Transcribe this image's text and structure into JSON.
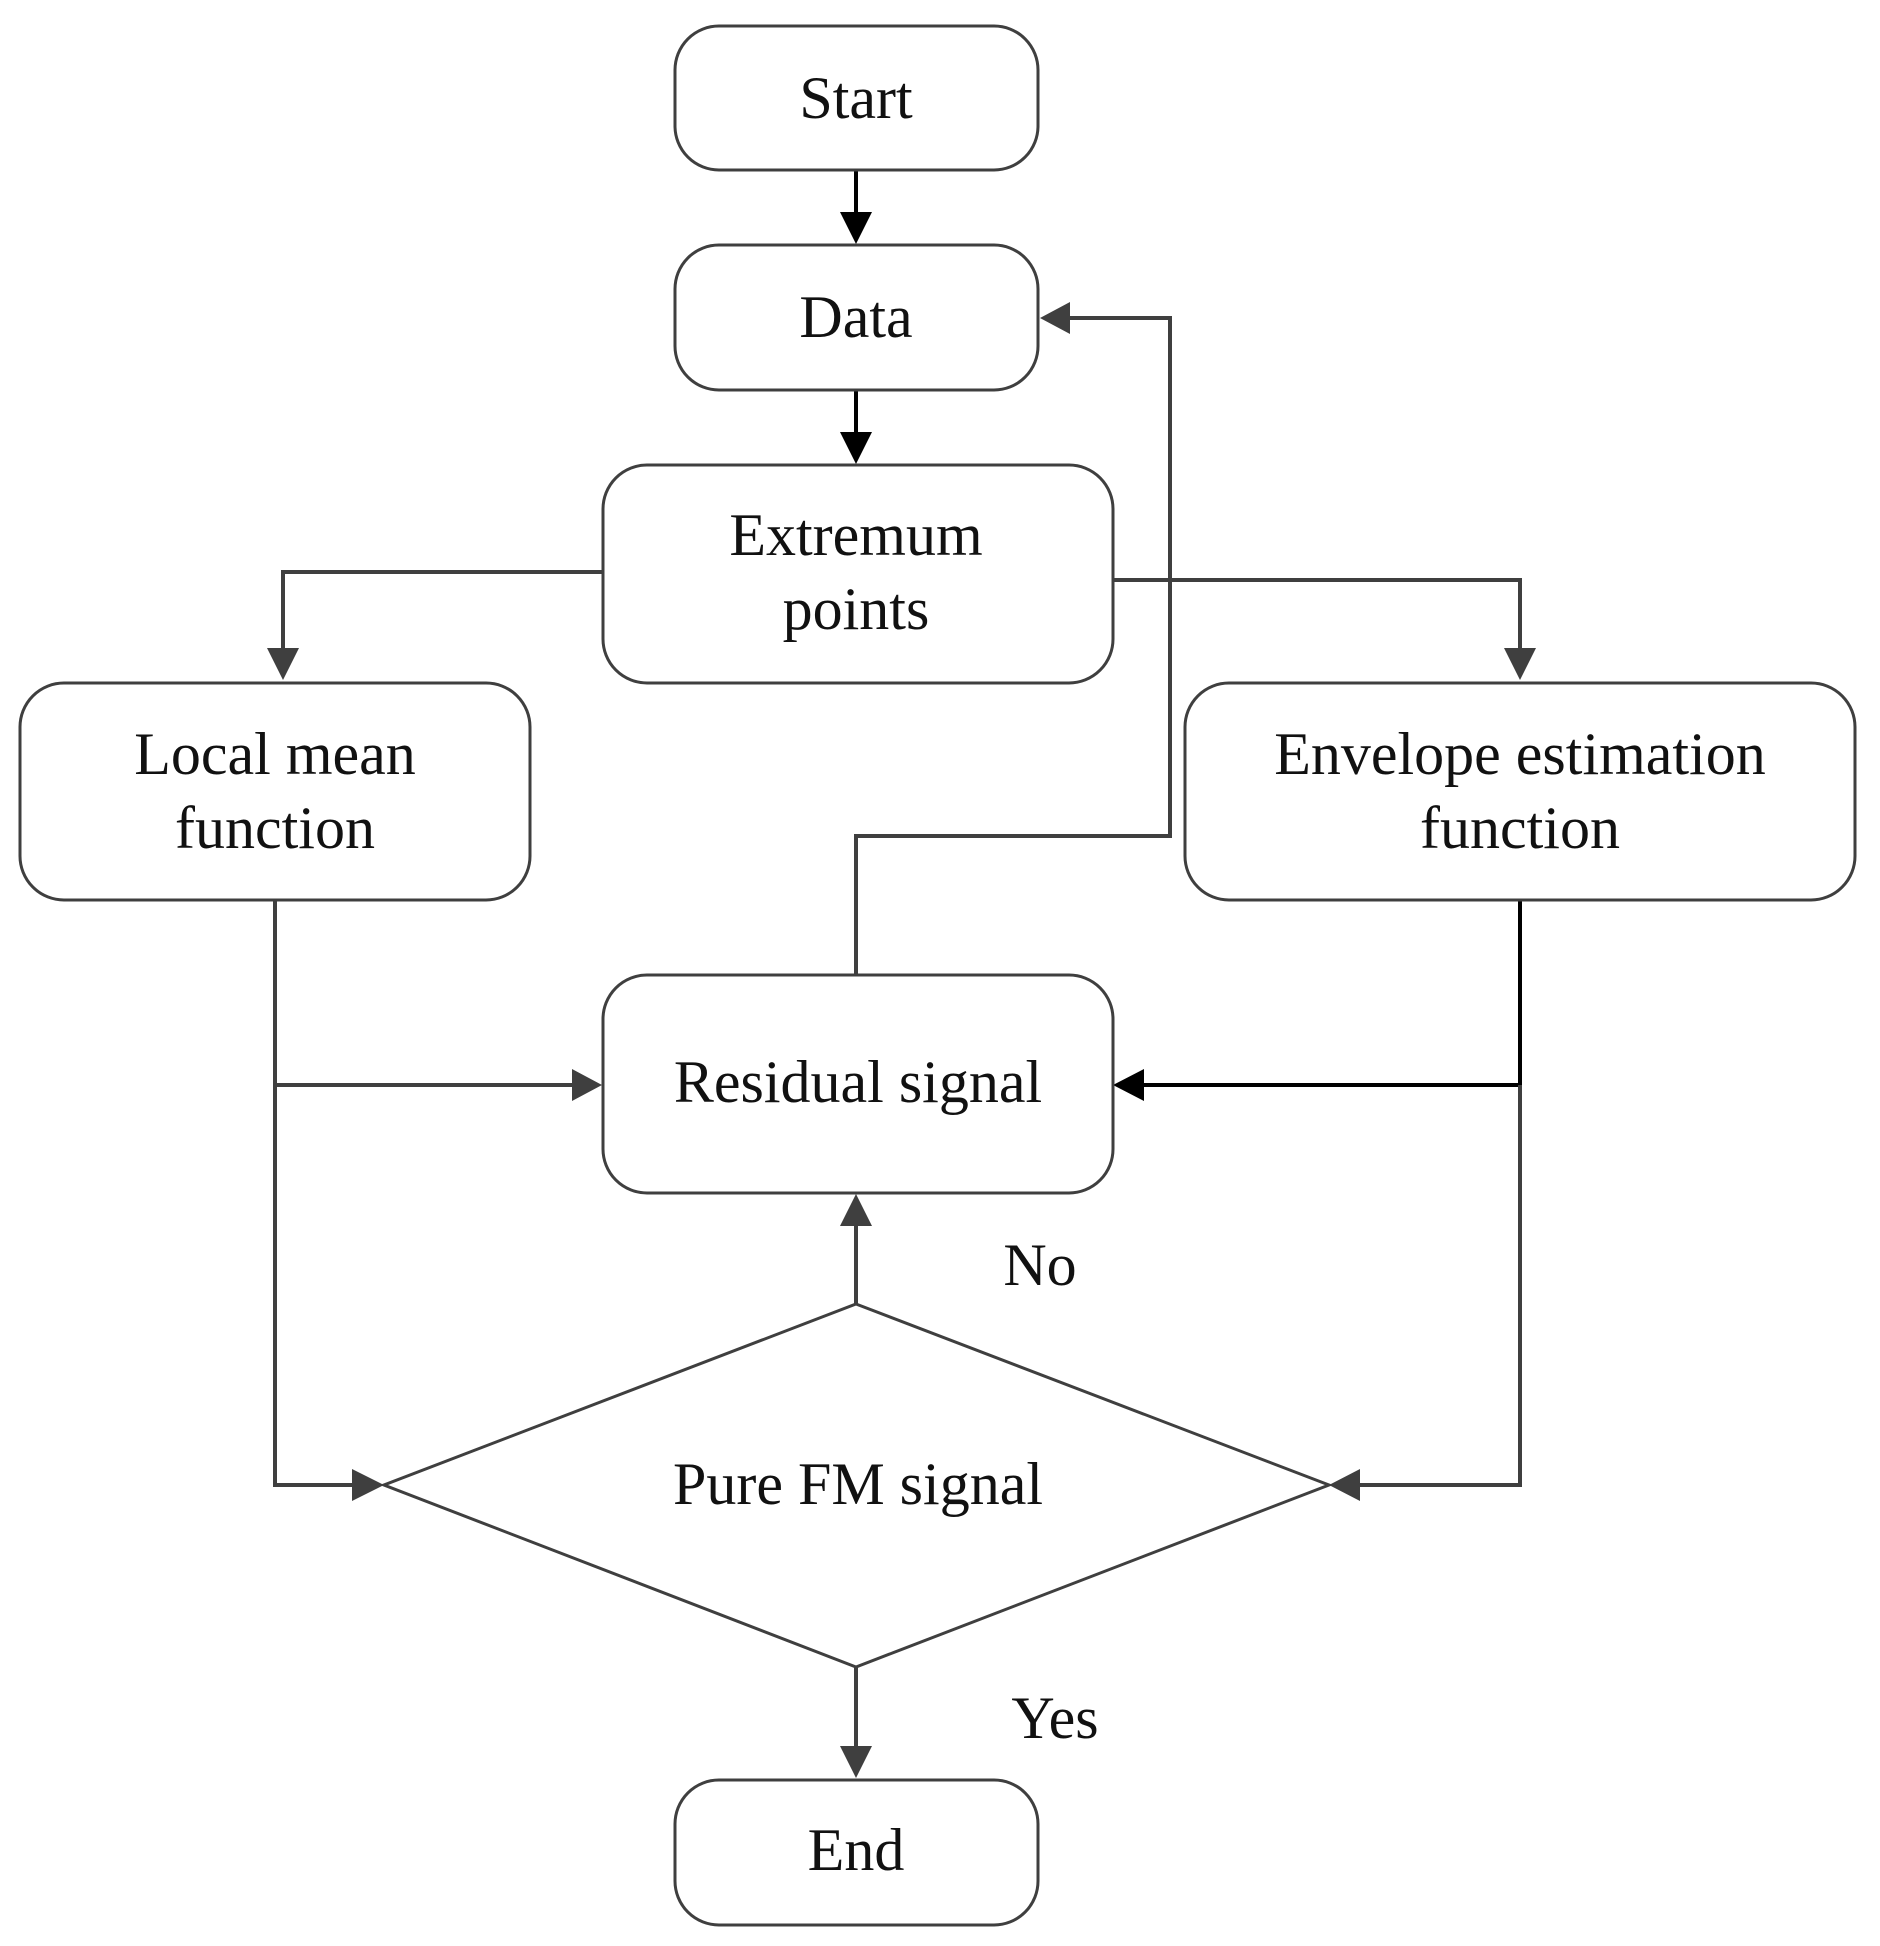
{
  "nodes": {
    "start": {
      "text": "Start"
    },
    "data": {
      "text": "Data"
    },
    "extremum_points": {
      "lines": [
        "Extremum",
        "points"
      ]
    },
    "local_mean_function": {
      "lines": [
        "Local mean",
        "function"
      ]
    },
    "envelope_estimation_function": {
      "lines": [
        "Envelope estimation",
        "function"
      ]
    },
    "residual_signal": {
      "text": "Residual signal"
    },
    "pure_fm_signal": {
      "text": "Pure FM signal"
    },
    "end": {
      "text": "End"
    }
  },
  "edge_labels": {
    "no": "No",
    "yes": "Yes"
  }
}
